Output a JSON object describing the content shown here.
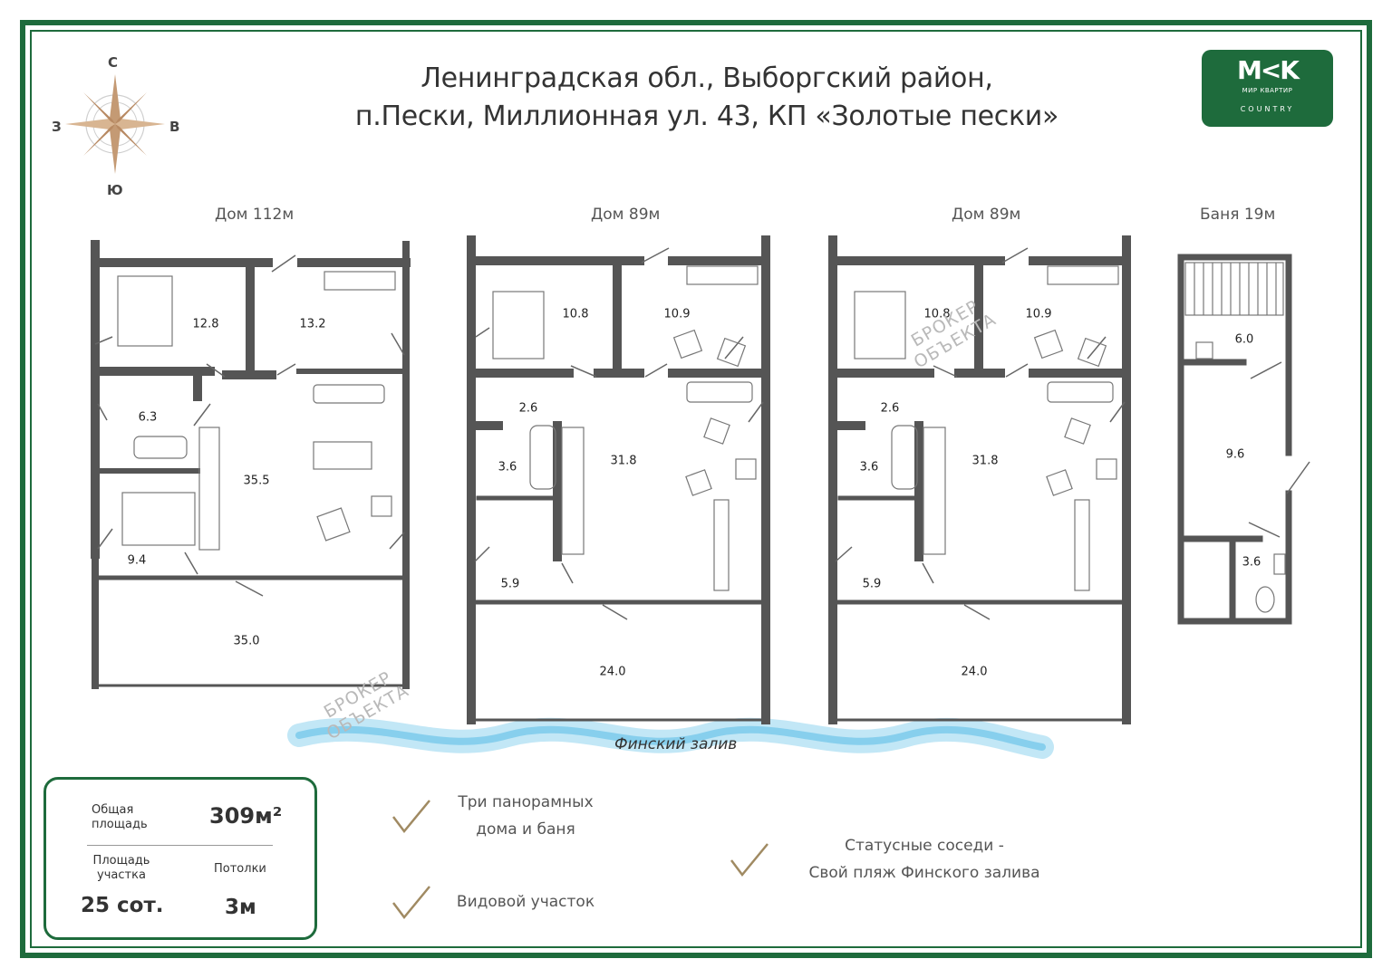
{
  "title": {
    "line1": "Ленинградская обл., Выборгский район,",
    "line2": "п.Пески, Миллионная ул. 43, КП «Золотые пески»"
  },
  "logo": {
    "mark": "M<K",
    "brand": "МИР КВАРТИР",
    "sub": "COUNTRY"
  },
  "compass": {
    "n": "С",
    "s": "Ю",
    "w": "З",
    "e": "В",
    "icon": "compass-rose-icon"
  },
  "houses": [
    {
      "label": "Дом 112м"
    },
    {
      "label": "Дом 89м"
    },
    {
      "label": "Дом 89м"
    },
    {
      "label": "Баня 19м"
    }
  ],
  "rooms": {
    "h1": [
      "12.8",
      "13.2",
      "6.3",
      "35.5",
      "9.4",
      "35.0"
    ],
    "h2": [
      "10.8",
      "10.9",
      "2.6",
      "3.6",
      "31.8",
      "5.9",
      "24.0"
    ],
    "h3": [
      "10.8",
      "10.9",
      "2.6",
      "3.6",
      "31.8",
      "5.9",
      "24.0"
    ],
    "bath": [
      "6.0",
      "9.6",
      "3.6"
    ]
  },
  "water_label": "Финский залив",
  "watermark": {
    "line1": "БРОКЕР",
    "line2": "ОБЪЕКТА"
  },
  "info": {
    "area_label_1": "Общая",
    "area_label_2": "площадь",
    "area_value": "309м²",
    "plot_label_1": "Площадь",
    "plot_label_2": "участка",
    "plot_value": "25 сот.",
    "ceiling_label": "Потолки",
    "ceiling_value": "3м"
  },
  "features": {
    "f1_line1": "Три панорамных",
    "f1_line2": "дома и баня",
    "f2": "Видовой участок",
    "f3_line1": "Статусные соседи -",
    "f3_line2": "Свой пляж Финского залива"
  },
  "colors": {
    "brand_green": "#1e6b3c",
    "wall": "#555555",
    "water": "#8fd3ef",
    "check": "#a08a62"
  }
}
